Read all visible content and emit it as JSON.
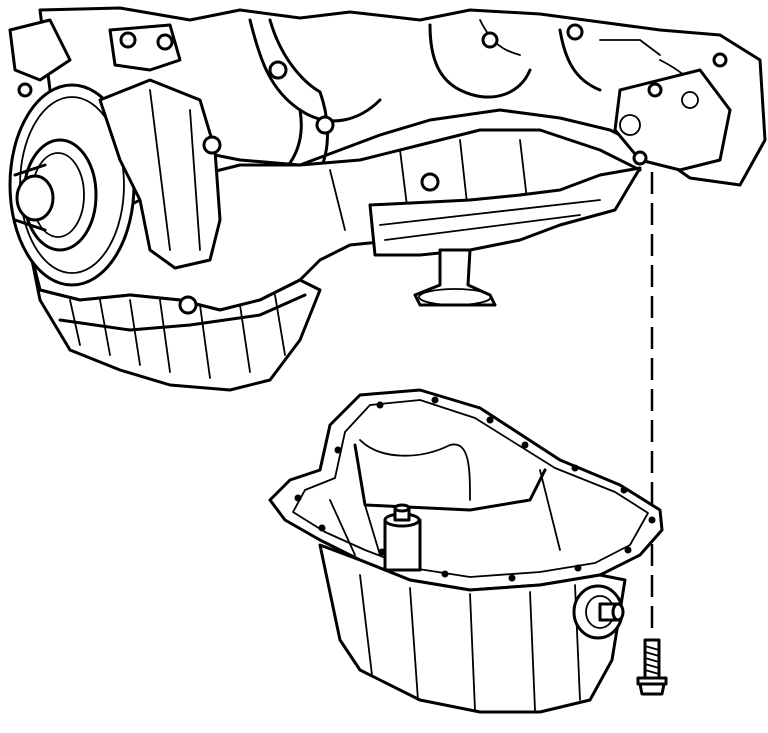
{
  "diagram": {
    "style": "black line art on white",
    "colors": {
      "line": "#000000",
      "background": "#ffffff"
    },
    "components": [
      "engine-block",
      "crankshaft-pulley",
      "engine-oil-pan",
      "oil-pan-bolt",
      "oil-drain-plug",
      "alignment-leader-line"
    ]
  }
}
